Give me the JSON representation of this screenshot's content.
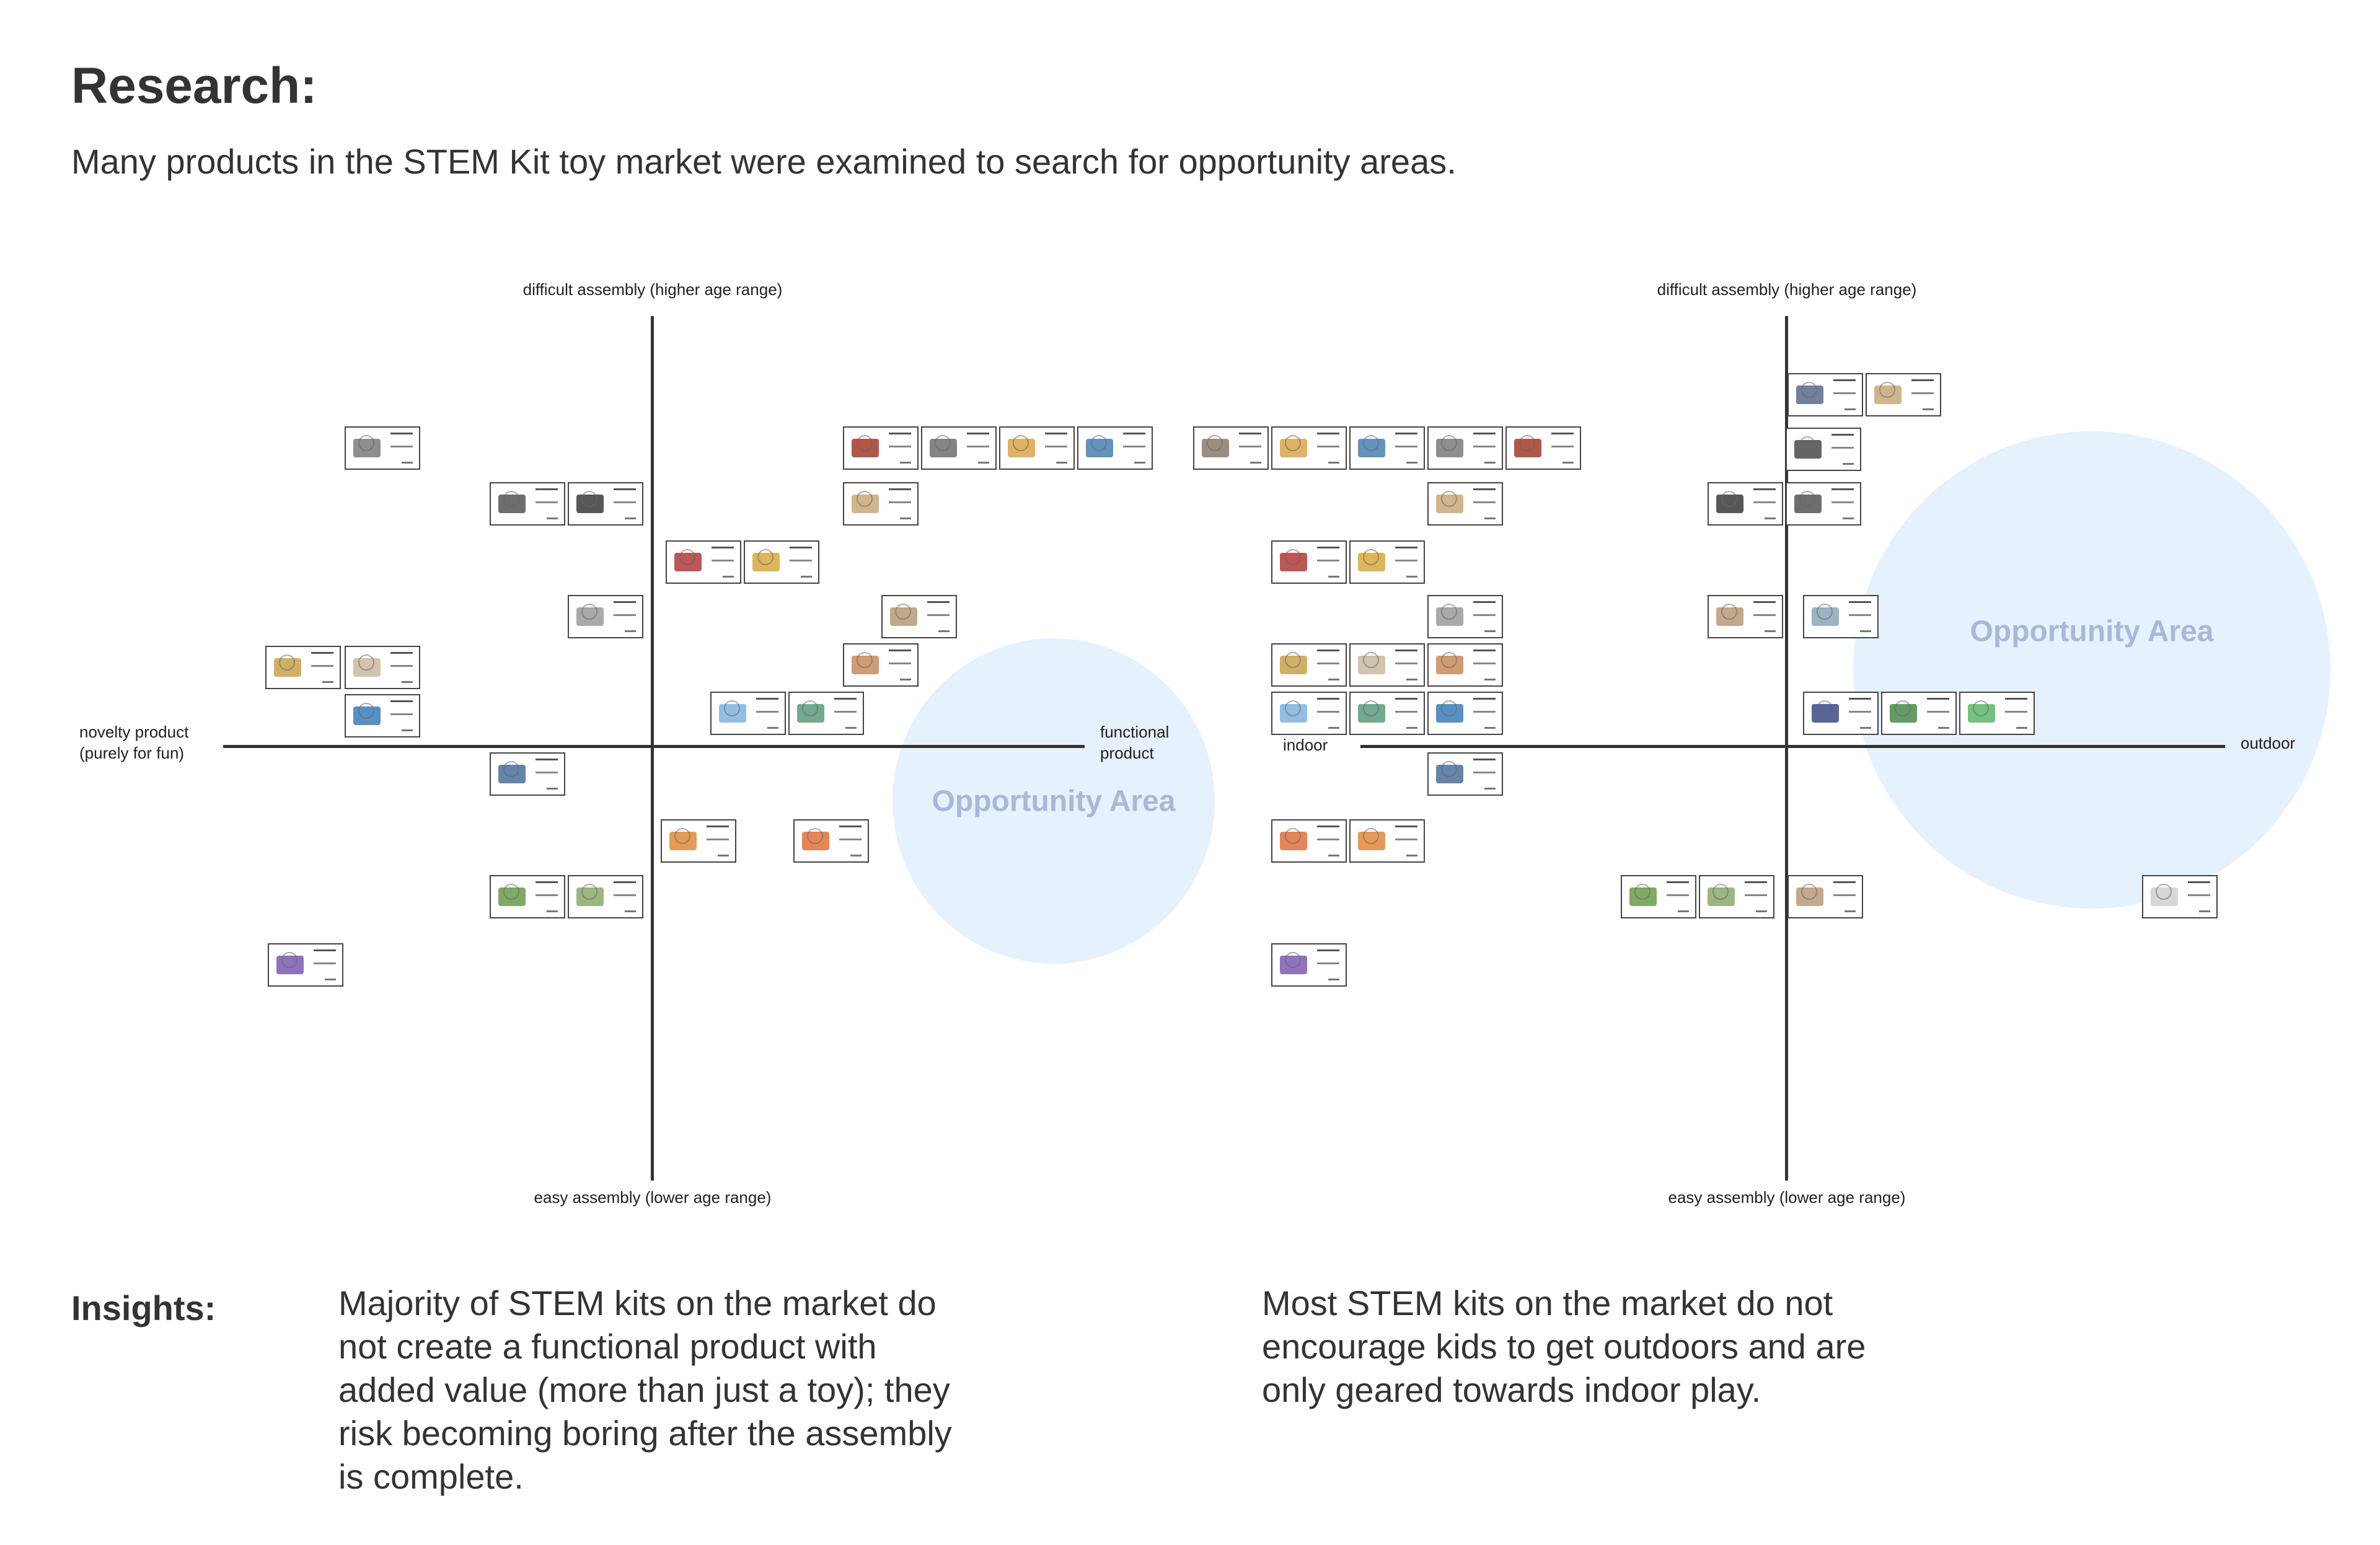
{
  "header": {
    "title": "Research:",
    "subtitle": "Many products in the STEM Kit toy market were examined to search for opportunity areas."
  },
  "maps": [
    {
      "axis_top": "difficult assembly (higher age range)",
      "axis_bottom": "easy assembly (lower age range)",
      "axis_left": "novelty product (purely for fun)",
      "axis_right": "functional product",
      "opportunity_label": "Opportunity Area"
    },
    {
      "axis_top": "difficult assembly (higher age range)",
      "axis_bottom": "easy assembly (lower age range)",
      "axis_left": "indoor",
      "axis_right": "outdoor",
      "opportunity_label": "Opportunity Area"
    }
  ],
  "insights": {
    "heading": "Insights:",
    "left_text": "Majority of STEM kits on the market do not create a functional product with added value (more than just a toy); they risk becoming boring after the assembly is complete.",
    "right_text": "Most STEM kits on the market do not encourage kids to get outdoors and are only geared towards indoor play."
  },
  "colors": {
    "text": "#333333",
    "axis": "#333333",
    "opportunity_fill": "#e5f1fc",
    "opportunity_text": "#aab7d8"
  }
}
